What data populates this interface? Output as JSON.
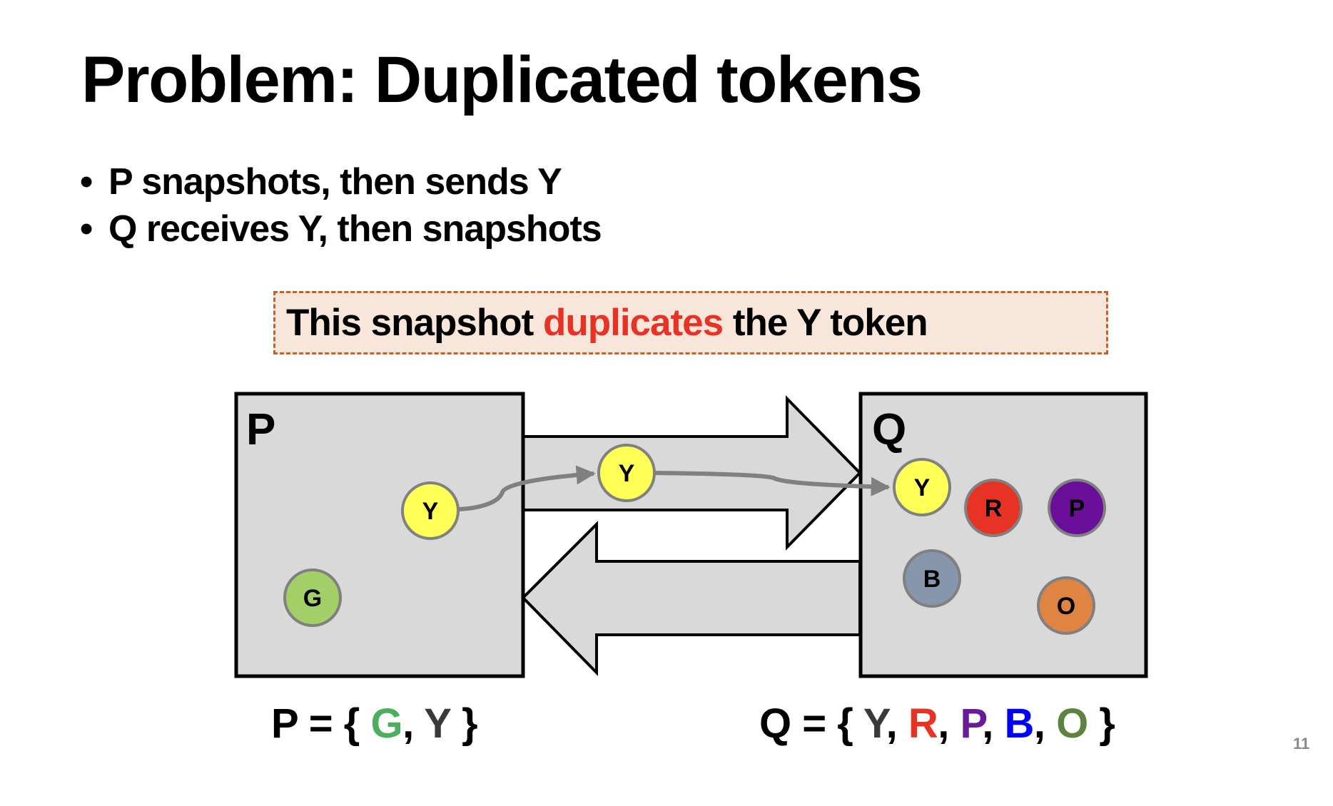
{
  "slide": {
    "title": "Problem: Duplicated tokens",
    "bullets": [
      "P snapshots, then sends Y",
      "Q receives Y, then snapshots"
    ],
    "bullet_glyph": "•",
    "callout": {
      "before": "This snapshot ",
      "highlight": "duplicates",
      "after": " the Y token",
      "highlight_color": "#e63326",
      "fill_color": "#f9e6da",
      "border_color": "#c0622a"
    },
    "page_number": "11"
  },
  "diagram": {
    "process_fill": "#d9d9d9",
    "processes": [
      {
        "name": "P",
        "label": "P"
      },
      {
        "name": "Q",
        "label": "Q"
      }
    ],
    "channels": [
      {
        "from": "P",
        "to": "Q",
        "direction": "right"
      },
      {
        "from": "Q",
        "to": "P",
        "direction": "left"
      }
    ],
    "tokens": [
      {
        "label": "G",
        "location": "P",
        "color": "#a2cf68"
      },
      {
        "label": "Y",
        "location": "P",
        "color": "#ffff55"
      },
      {
        "label": "Y",
        "location": "channel P→Q",
        "color": "#ffff55"
      },
      {
        "label": "Y",
        "location": "Q",
        "color": "#ffff55"
      },
      {
        "label": "R",
        "location": "Q",
        "color": "#e63326"
      },
      {
        "label": "P",
        "location": "Q",
        "color": "#6a0f99"
      },
      {
        "label": "B",
        "location": "Q",
        "color": "#8696ad"
      },
      {
        "label": "O",
        "location": "Q",
        "color": "#e08444"
      }
    ],
    "token_border_color": "#808080",
    "path_color": "#808080"
  },
  "sets": {
    "p": {
      "prefix": "P = { ",
      "items": [
        {
          "text": "G",
          "color": "#4caf5f"
        },
        {
          "text": "Y",
          "color": "#3a3a3a"
        }
      ],
      "suffix": " }"
    },
    "q": {
      "prefix": "Q = { ",
      "items": [
        {
          "text": "Y",
          "color": "#3a3a3a"
        },
        {
          "text": "R",
          "color": "#e63326"
        },
        {
          "text": "P",
          "color": "#6a1b9a"
        },
        {
          "text": "B",
          "color": "#0000ff"
        },
        {
          "text": "O",
          "color": "#5e823f"
        }
      ],
      "suffix": " }"
    },
    "separator": ", "
  }
}
